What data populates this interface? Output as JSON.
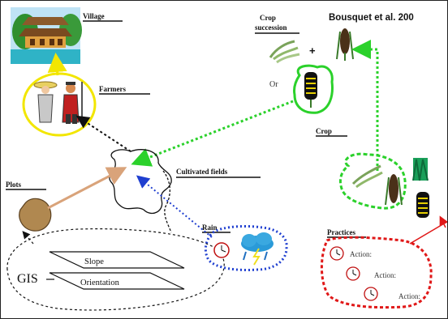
{
  "citation": "Bousquet et al. 200",
  "labels": {
    "village": "Village",
    "farmers": "Farmers",
    "crop_succession_1": "Crop",
    "crop_succession_2": "succession",
    "plus": "+",
    "or": "Or",
    "crop": "Crop",
    "cultivated_fields": "Cultivated fields",
    "plots": "Plots",
    "rain": "Rain",
    "practices": "Practices",
    "gis": "GIS",
    "slope": "Slope",
    "orientation": "Orientation",
    "action_1": "Action:",
    "action_2": "Action:",
    "action_3": "Action:"
  },
  "colors": {
    "yellow": "#f2e600",
    "green": "#2bd12b",
    "blue": "#1f3fd0",
    "red": "#e01818",
    "tan": "#d9a37a",
    "black": "#111111"
  },
  "icons": [
    "village-icon",
    "farmers-icon",
    "rice-seedling-icon",
    "corn-cob-icon",
    "plot-rock-icon",
    "clock-icon",
    "rain-cloud-icon",
    "green-grass-icon"
  ]
}
